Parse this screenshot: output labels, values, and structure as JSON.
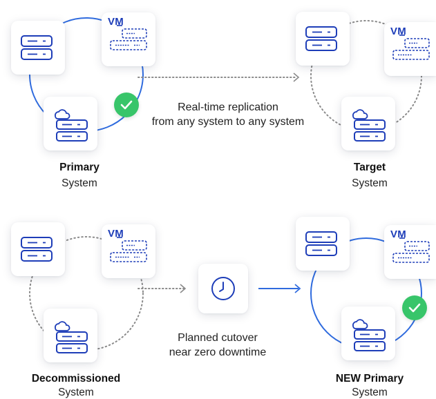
{
  "vm_label": "VM",
  "top_row": {
    "caption_line1": "Real-time replication",
    "caption_line2": "from any system to any system",
    "left_system": {
      "title": "Primary",
      "subtitle": "System"
    },
    "right_system": {
      "title": "Target",
      "subtitle": "System"
    }
  },
  "bottom_row": {
    "caption_line1": "Planned cutover",
    "caption_line2": "near zero downtime",
    "left_system": {
      "title": "Decommissioned",
      "subtitle": "System"
    },
    "right_system": {
      "title": "NEW Primary",
      "subtitle": "System"
    }
  },
  "icons": [
    "server-icon",
    "vm-icon",
    "cloud-server-icon",
    "check-icon",
    "clock-icon"
  ],
  "colors": {
    "accent_blue": "#1d3db8",
    "connector_blue": "#2f6bde",
    "dotted_gray": "#8a8a8a",
    "check_green": "#38c56a"
  }
}
